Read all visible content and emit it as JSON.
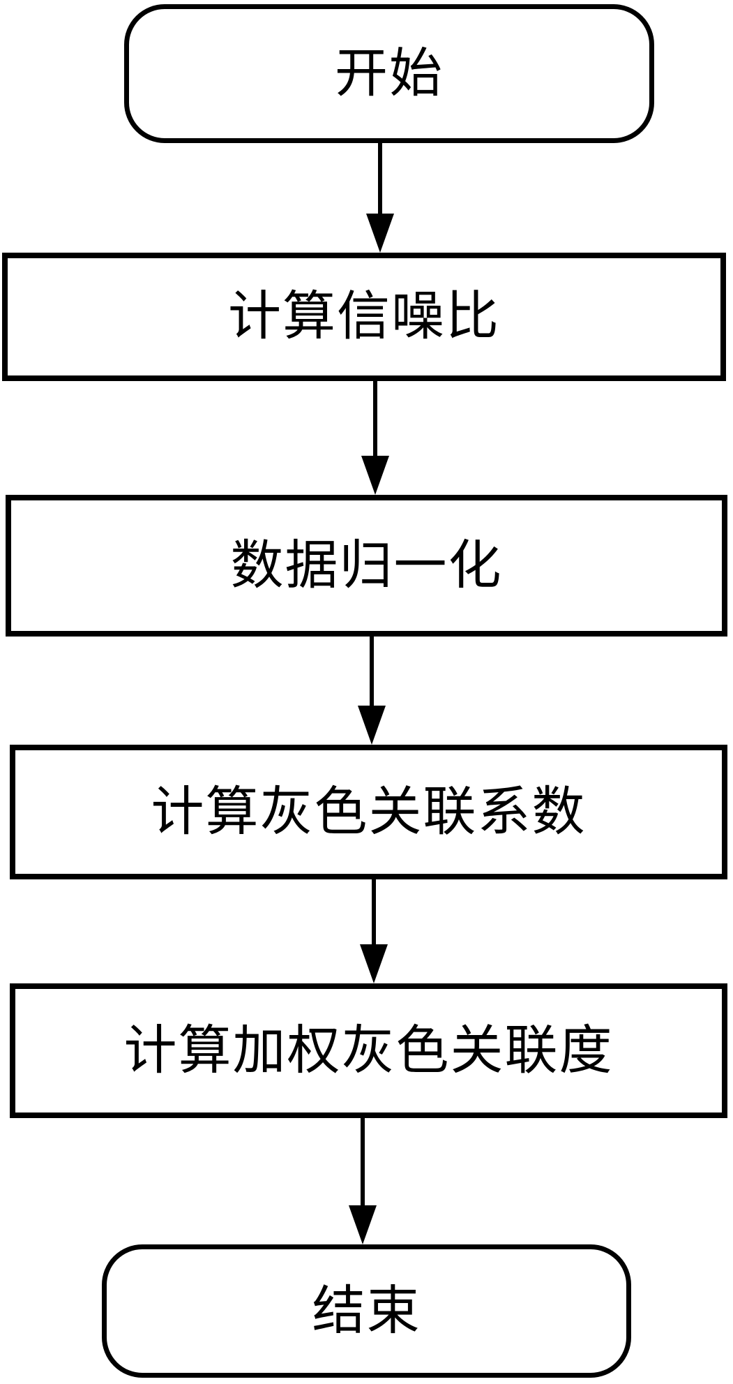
{
  "diagram": {
    "type": "flowchart",
    "direction": "top-down",
    "colors": {
      "stroke": "#000000",
      "fill": "#ffffff",
      "background": "#ffffff"
    },
    "nodes": [
      {
        "id": "start",
        "shape": "terminator",
        "label": "开始"
      },
      {
        "id": "calc-snr",
        "shape": "process",
        "label": "计算信噪比"
      },
      {
        "id": "normalize-data",
        "shape": "process",
        "label": "数据归一化"
      },
      {
        "id": "grey-relational-coef",
        "shape": "process",
        "label": "计算灰色关联系数"
      },
      {
        "id": "weighted-grey-degree",
        "shape": "process",
        "label": "计算加权灰色关联度"
      },
      {
        "id": "end",
        "shape": "terminator",
        "label": "结束"
      }
    ],
    "edges": [
      {
        "from": "start",
        "to": "calc-snr"
      },
      {
        "from": "calc-snr",
        "to": "normalize-data"
      },
      {
        "from": "normalize-data",
        "to": "grey-relational-coef"
      },
      {
        "from": "grey-relational-coef",
        "to": "weighted-grey-degree"
      },
      {
        "from": "weighted-grey-degree",
        "to": "end"
      }
    ]
  }
}
